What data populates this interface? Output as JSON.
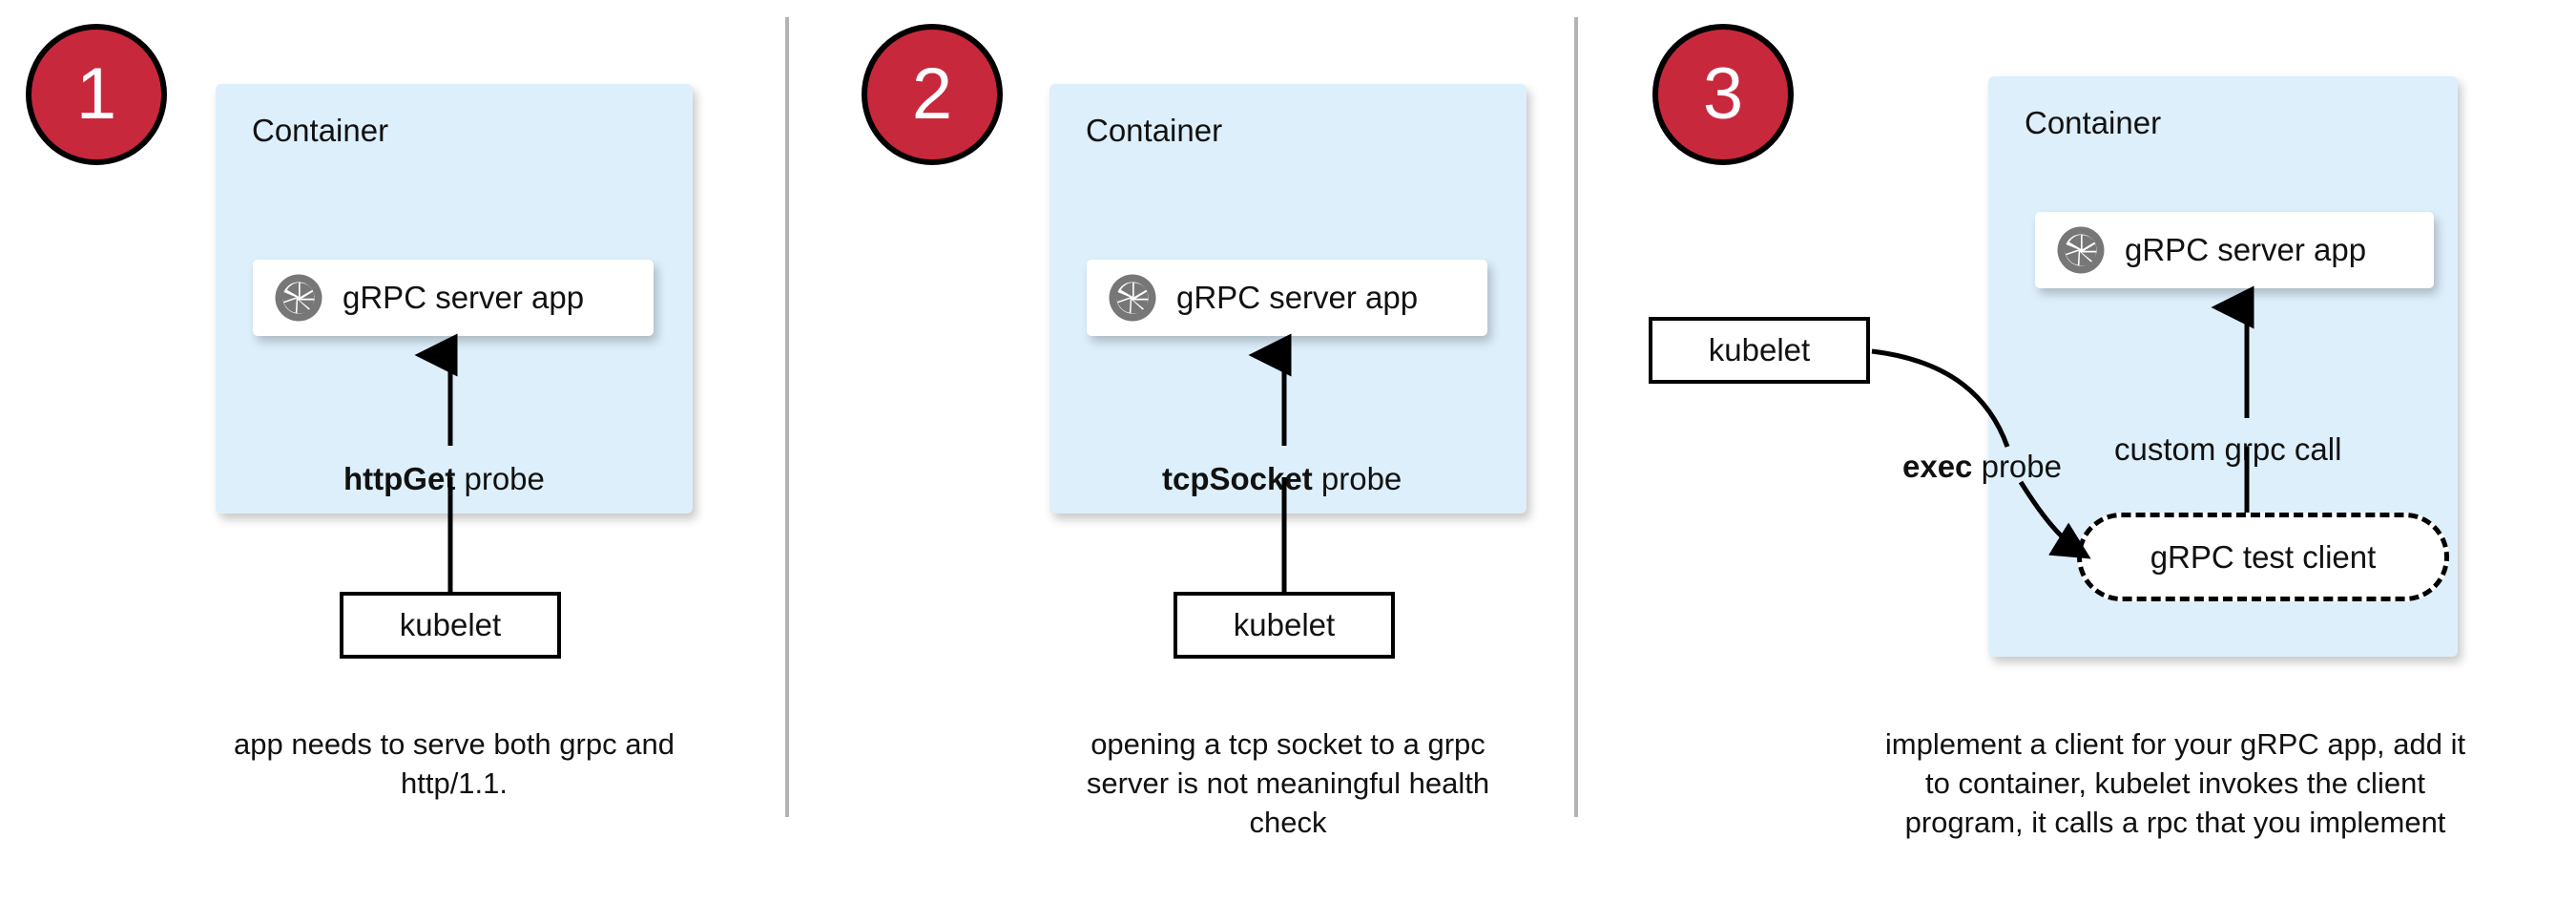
{
  "diagram": {
    "title": "gRPC health probe approaches in Kubernetes",
    "colors": {
      "badge_fill": "#c8283c",
      "badge_border": "#000000",
      "badge_text": "#ffffff",
      "container_fill": "#ddeffb",
      "card_fill": "#ffffff",
      "stroke": "#000000",
      "divider": "#b3b3b3",
      "grpc_icon": "#777777"
    },
    "dividers": 2,
    "panels": [
      {
        "number": "1",
        "container_label": "Container",
        "app_label": "gRPC server app",
        "app_icon": "grpc-logo-icon",
        "probe_label_bold": "httpGet",
        "probe_label_rest": " probe",
        "kubelet_label": "kubelet",
        "caption": "app needs to serve both grpc and http/1.1."
      },
      {
        "number": "2",
        "container_label": "Container",
        "app_label": "gRPC server app",
        "app_icon": "grpc-logo-icon",
        "probe_label_bold": "tcpSocket",
        "probe_label_rest": " probe",
        "kubelet_label": "kubelet",
        "caption": "opening a tcp socket to a grpc server is not meaningful health check"
      },
      {
        "number": "3",
        "container_label": "Container",
        "app_label": "gRPC server app",
        "app_icon": "grpc-logo-icon",
        "probe_label_bold": "exec",
        "probe_label_rest": " probe",
        "kubelet_label": "kubelet",
        "call_label": "custom grpc call",
        "test_client_label": "gRPC test client",
        "caption": "implement a client for your gRPC app, add it to container, kubelet invokes the client program, it calls a rpc that you implement"
      }
    ]
  }
}
